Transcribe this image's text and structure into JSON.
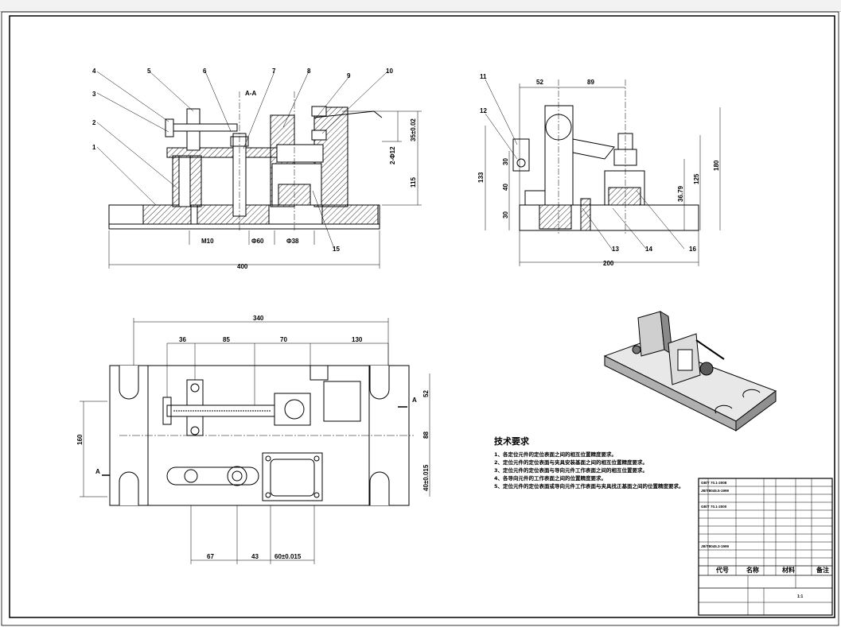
{
  "section_label": "A-A",
  "section_marks": [
    "A",
    "A"
  ],
  "views": {
    "front": {
      "balloons": [
        "4",
        "3",
        "2",
        "1",
        "5",
        "6",
        "7",
        "8",
        "9",
        "10",
        "15"
      ],
      "dims": {
        "width": "400",
        "height": "115",
        "h35": "35±0.02",
        "holes": "2-Φ12",
        "m10": "M10",
        "d60": "Φ60",
        "d38": "Φ38"
      }
    },
    "side": {
      "balloons": [
        "11",
        "12",
        "13",
        "14",
        "16"
      ],
      "dims": {
        "d52": "52",
        "d89": "89",
        "d30a": "30",
        "d40": "40",
        "d30b": "30",
        "d133": "133",
        "d180": "180",
        "d125": "125",
        "d36": "36.79",
        "d200": "200"
      }
    },
    "top": {
      "dims": {
        "d340": "340",
        "d36": "36",
        "d85": "85",
        "d70": "70",
        "d130": "130",
        "d160": "160",
        "d52": "52",
        "d88": "88",
        "d40": "40±0.015",
        "d67": "67",
        "d43": "43",
        "d60": "60±0.015"
      }
    }
  },
  "tech_req": {
    "title": "技术要求",
    "items": [
      "1、各定位元件的定位表面之间的相互位置精度要求。",
      "2、定位元件的定位表面与夹具安装基面之间的相互位置精度要求。",
      "3、定位元件的定位表面与导向元件工作表面之间的相互位置要求。",
      "4、各导向元件的工作表面之间的位置精度要求。",
      "5、定位元件的定位表面或导向元件工作表面与夹具找正基面之间的位置精度要求。"
    ]
  },
  "title_block": {
    "col_code": "代号",
    "col_name": "名称",
    "col_material": "材料",
    "col_note": "备注",
    "scale": "1:1",
    "parts_first_codes": [
      "GB/T 70.1-2008",
      "JB/T8045.5-1999",
      "",
      "GB/T 70.1-2000",
      "",
      "",
      "",
      "JB/T8045.3-1999"
    ]
  },
  "colors": {
    "line": "#000000",
    "hatch": "#333333",
    "paper": "#ffffff"
  }
}
